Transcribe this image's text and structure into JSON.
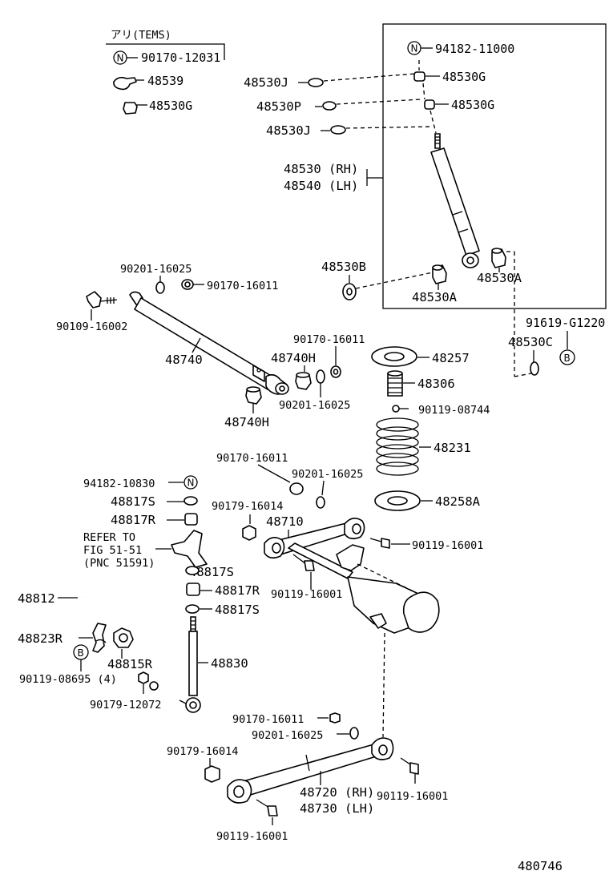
{
  "labels": {
    "tems_header": "アリ(TEMS)",
    "n_90170_12031": "90170-12031",
    "p48539": "48539",
    "p48530G_left": "48530G",
    "n_94182_11000": "94182-11000",
    "p48530J_top": "48530J",
    "p48530G_top": "48530G",
    "p48530P": "48530P",
    "p48530G_mid": "48530G",
    "p48530J_mid": "48530J",
    "p48530_rh": "48530 (RH)",
    "p48540_lh": "48540 (LH)",
    "p48530B": "48530B",
    "p48530A_left": "48530A",
    "p48530A_right": "48530A",
    "p90201_16025_a": "90201-16025",
    "p90170_16011_a": "90170-16011",
    "p90109_16002": "90109-16002",
    "p48740": "48740",
    "p90170_16011_b": "90170-16011",
    "p48740H_a": "48740H",
    "p90201_16025_b": "90201-16025",
    "p48740H_b": "48740H",
    "p91619_G1220": "91619-G1220",
    "p48530C": "48530C",
    "p48257": "48257",
    "p48306": "48306",
    "p90119_08744": "90119-08744",
    "p48231": "48231",
    "p90170_16011_c": "90170-16011",
    "p90201_16025_c": "90201-16025",
    "n_94182_10830": "94182-10830",
    "p48258A": "48258A",
    "p48817S_a": "48817S",
    "p90179_16014_a": "90179-16014",
    "p48710": "48710",
    "p48817R_a": "48817R",
    "p90119_16001_a": "90119-16001",
    "refer1": "REFER TO",
    "refer2": "FIG 51-51",
    "refer3": "(PNC 51591)",
    "p48817S_b": "48817S",
    "p48817R_b": "48817R",
    "p90119_16001_b": "90119-16001",
    "p48812": "48812",
    "p48817S_c": "48817S",
    "p48823R": "48823R",
    "p48815R": "48815R",
    "p48830": "48830",
    "p90119_08695": "90119-08695 (4)",
    "p90179_12072": "90179-12072",
    "p90170_16011_d": "90170-16011",
    "p90201_16025_d": "90201-16025",
    "p90179_16014_b": "90179-16014",
    "p48720_rh": "48720 (RH)",
    "p48730_lh": "48730 (LH)",
    "p90119_16001_c": "90119-16001",
    "p90119_16001_d": "90119-16001",
    "diagram_id": "480746"
  },
  "markers": {
    "n": "N",
    "b": "B"
  }
}
